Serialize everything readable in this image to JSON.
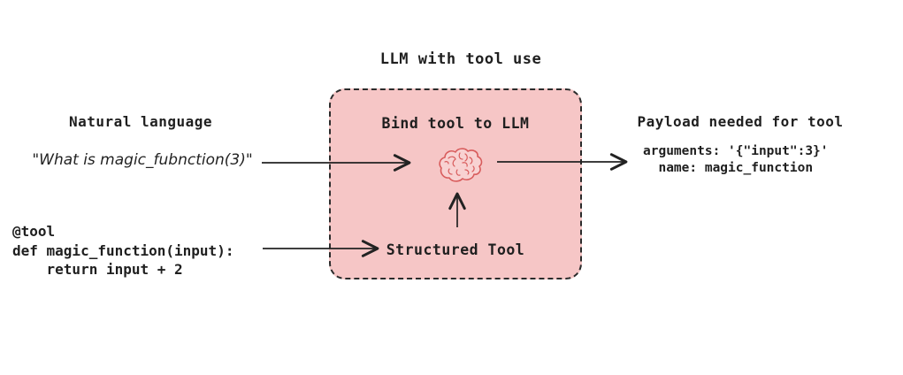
{
  "title": "LLM with tool use",
  "left": {
    "heading": "Natural language",
    "handwritten_text": "\"What is magic_fubnction(3)\"",
    "code": "@tool\ndef magic_function(input):\n    return input + 2"
  },
  "center": {
    "heading": "Bind tool to LLM",
    "brain_icon": "brain-icon",
    "tool_label": "Structured Tool"
  },
  "right": {
    "heading": "Payload needed for tool",
    "payload": "arguments: '{\"input\":3}'\n  name: magic_function"
  },
  "colors": {
    "box_fill": "#f6c6c6",
    "box_border": "#2b2b2b",
    "brain_stroke": "#d85c5c",
    "brain_fill": "#f8d2d2",
    "arrow": "#222222",
    "text": "#1f1f1f"
  }
}
